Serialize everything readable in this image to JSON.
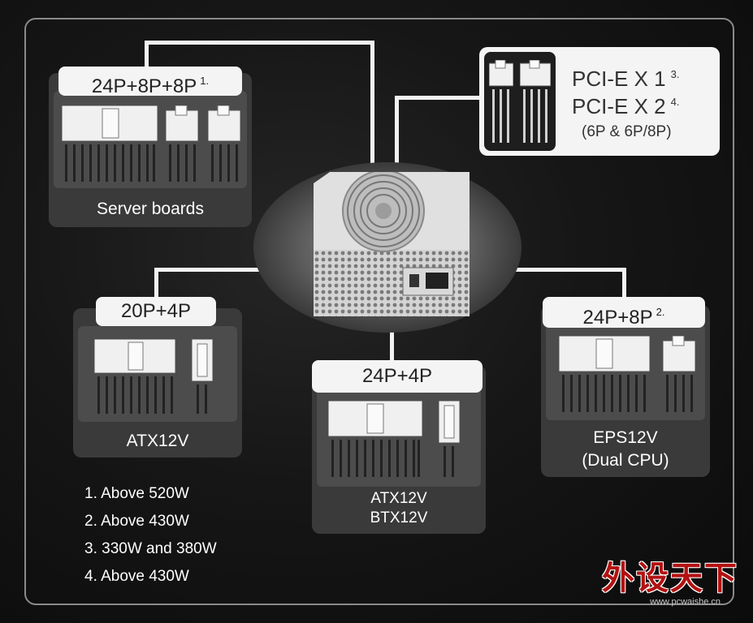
{
  "server": {
    "label": "24P+8P+8P",
    "note_ref": "1.",
    "caption": "Server boards"
  },
  "pci": {
    "line1": "PCI-E X 1",
    "line1_ref": "3.",
    "line2": "PCI-E X 2",
    "line2_ref": "4.",
    "line3": "(6P & 6P/8P)"
  },
  "atx": {
    "label": "20P+4P",
    "caption": "ATX12V"
  },
  "btx": {
    "label": "24P+4P",
    "caption_line1": "ATX12V",
    "caption_line2": "BTX12V"
  },
  "eps": {
    "label": "24P+8P",
    "note_ref": "2.",
    "caption_line1": "EPS12V",
    "caption_line2": "(Dual CPU)"
  },
  "notes": [
    "1. Above 520W",
    "2. Above 430W",
    "3. 330W and 380W",
    "4. Above 430W"
  ],
  "watermark": {
    "text": "外设天下",
    "url": "www.pcwaishe.cn"
  }
}
